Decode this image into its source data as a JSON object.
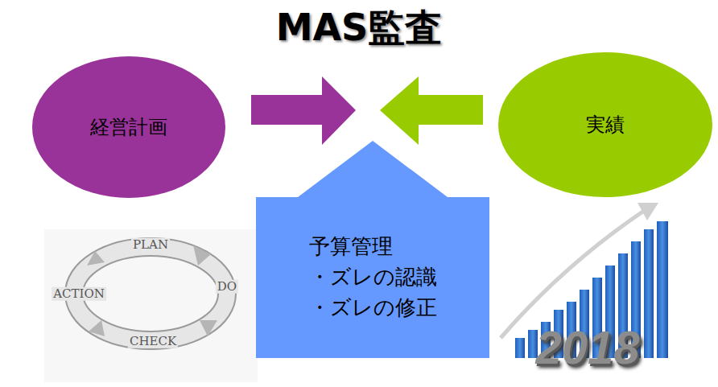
{
  "diagram": {
    "title": "MAS監査",
    "nodes": [
      {
        "text": [
          "経営計画"
        ]
      },
      {
        "text": [
          "実績"
        ]
      },
      {
        "text": [
          "予算管理",
          "・ズレの認識",
          "・ズレの修正"
        ]
      }
    ],
    "labels": [
      "PLAN",
      "DO",
      "CHECK",
      "ACTION",
      "2018"
    ]
  }
}
